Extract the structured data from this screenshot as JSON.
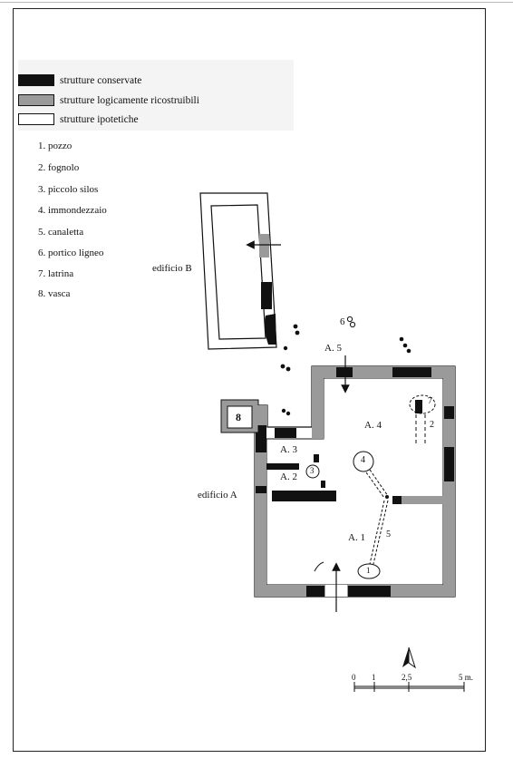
{
  "legend": [
    {
      "label": "strutture conservate",
      "style": "black"
    },
    {
      "label": "strutture logicamente ricostruibili",
      "style": "grey"
    },
    {
      "label": "strutture ipotetiche",
      "style": "white"
    }
  ],
  "key": [
    "1. pozzo",
    "2. fognolo",
    "3. piccolo silos",
    "4. immondezzaio",
    "5. canaletta",
    "6. portico ligneo",
    "7. latrina",
    "8. vasca"
  ],
  "buildings": {
    "b": "edificio B",
    "a": "edificio A"
  },
  "areas": {
    "a1": "A. 1",
    "a2": "A. 2",
    "a3": "A. 3",
    "a4": "A. 4",
    "a5": "A. 5"
  },
  "feature_numbers": {
    "f1": "1",
    "f2": "2",
    "f3": "3",
    "f4": "4",
    "f5": "5",
    "f6": "6",
    "f7": "7",
    "f8": "8"
  },
  "scale": {
    "ticks": [
      "0",
      "1",
      "2,5",
      "5 m."
    ]
  },
  "colors": {
    "conserved": "#111111",
    "reconstructed": "#9a9a9a",
    "hypothetical": "#ffffff"
  }
}
